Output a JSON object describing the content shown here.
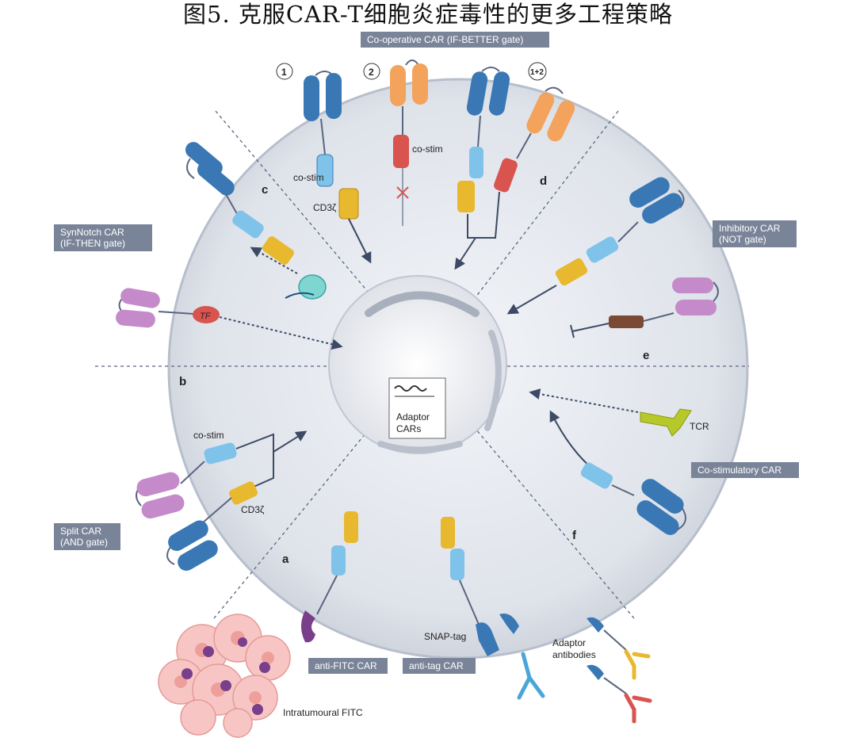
{
  "title": "图5. 克服CAR-T细胞炎症毒性的更多工程策略",
  "labels": {
    "cooperative": "Co-operative CAR (IF-BETTER gate)",
    "synnotch": "SynNotch CAR\n(IF-THEN gate)",
    "inhibitory": "Inhibitory CAR\n(NOT gate)",
    "costimulatory": "Co-stimulatory CAR",
    "split": "Split CAR\n(AND gate)",
    "antifitc": "anti-FITC CAR",
    "antitag": "anti-tag CAR"
  },
  "numbers": {
    "n1": "1",
    "n2": "2",
    "n12": "1+2"
  },
  "sections": {
    "a": "a",
    "b": "b",
    "c": "c",
    "d": "d",
    "e": "e",
    "f": "f"
  },
  "text": {
    "costim": "co-stim",
    "cd3z": "CD3ζ",
    "tf": "TF",
    "tcr": "TCR",
    "adaptor_cars": "Adaptor\nCARs",
    "snap_tag": "SNAP-tag",
    "adaptor_antibodies": "Adaptor\nantibodies",
    "intratumoural": "Intratumoural FITC"
  },
  "colors": {
    "blue_domain": "#3a78b5",
    "light_blue": "#7fc3ea",
    "yellow": "#e8b82e",
    "orange": "#f3a35c",
    "red": "#d9534f",
    "purple": "#c48ac9",
    "brown": "#7a4a35",
    "cell": "#e3e7ee",
    "label_bg": "#7a8499"
  }
}
